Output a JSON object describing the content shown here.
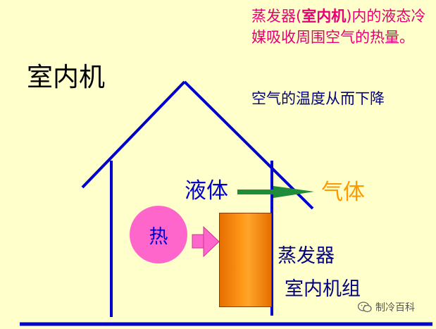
{
  "description": {
    "part1": "蒸发器(",
    "part1_bold": "室内机",
    "part2": ")内的液态冷媒吸收周围空气的热量。"
  },
  "result_text": "空气的温度从而下降",
  "title": "室内机",
  "liquid_label": "液体",
  "gas_label": "气体",
  "heat_label": "热",
  "evaporator_label": "蒸发器",
  "indoor_unit_label": "室内机组",
  "watermark": "制冷百科",
  "colors": {
    "background": "#FFFFCC",
    "house_outline": "#0000CC",
    "description_text": "#E60073",
    "liquid_text": "#0000CC",
    "gas_text": "#FF9900",
    "heat_circle": "#FF66CC",
    "heat_arrow": "#FF66CC",
    "flow_arrow": "#1E8C3A",
    "evaporator": "#FF9A1A"
  }
}
